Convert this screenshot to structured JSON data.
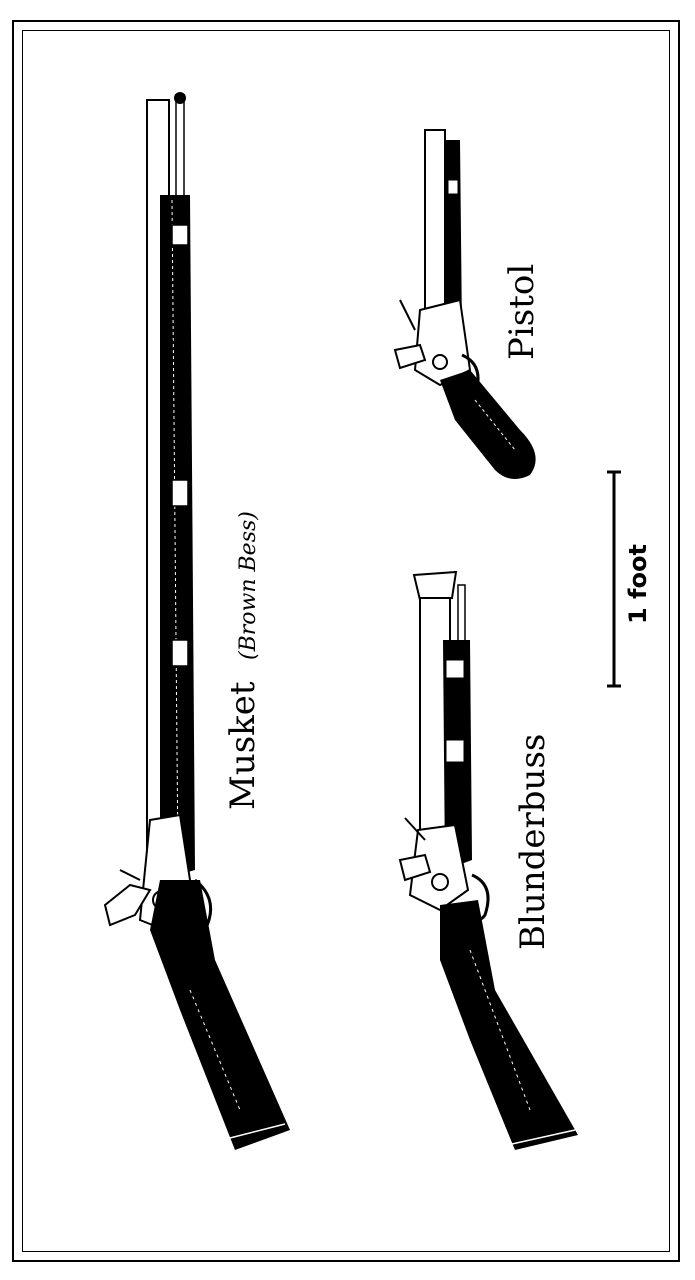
{
  "labels": {
    "musket": "Musket",
    "musket_nickname": "(Brown Bess)",
    "pistol": "Pistol",
    "blunderbuss": "Blunderbuss",
    "scale": "1 foot"
  },
  "colors": {
    "ink": "#000000",
    "paper": "#ffffff"
  }
}
